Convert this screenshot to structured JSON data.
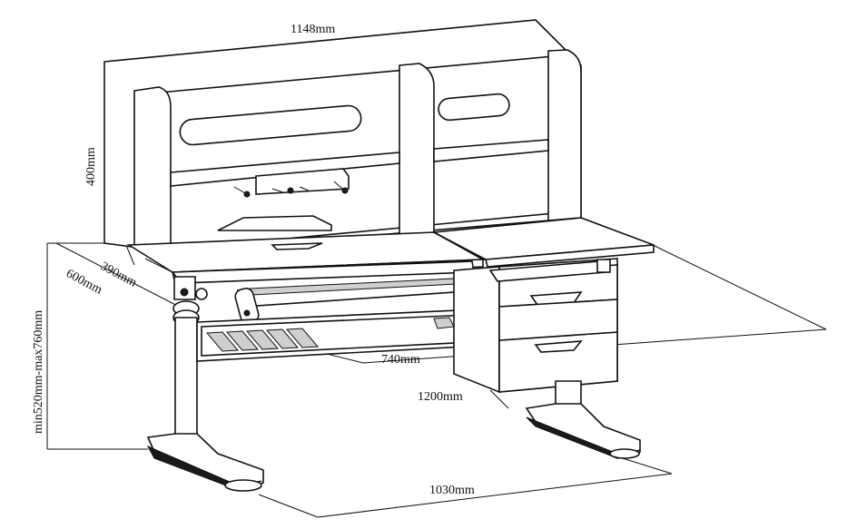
{
  "dimensions": {
    "width_top": "1148mm",
    "hutch_height": "400mm",
    "shelf_depth": "390mm",
    "desk_depth": "600mm",
    "height_range": "min520mm-max760mm",
    "side_depth": "740mm",
    "desk_width": "1200mm",
    "base_width": "1030mm"
  }
}
